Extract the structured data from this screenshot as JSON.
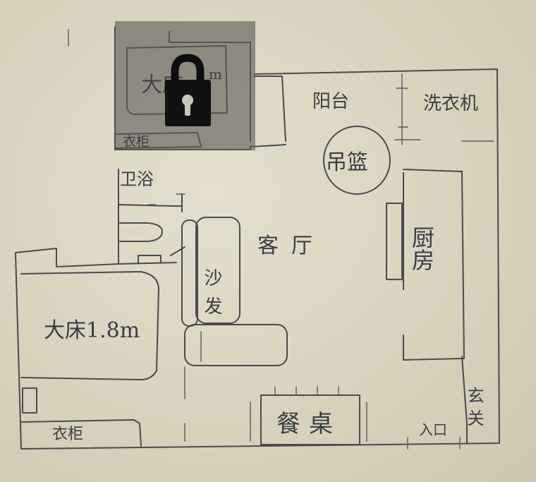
{
  "labels": {
    "balcony": "阳台",
    "washer": "洗衣机",
    "hanging_basket": "吊篮",
    "bathroom": "卫浴",
    "living_room": "客厅",
    "kitchen": "厨房",
    "sofa": "沙发",
    "master_bed": "大床1.8m",
    "top_bed": "大床",
    "top_bed_unit": "m",
    "top_wardrobe": "衣柜",
    "bottom_wardrobe": "衣柜",
    "dining_table": "餐桌",
    "entrance": "入口",
    "foyer": "玄关"
  },
  "overlay": {
    "icon": "lock-icon",
    "color": "#6f6c66"
  }
}
